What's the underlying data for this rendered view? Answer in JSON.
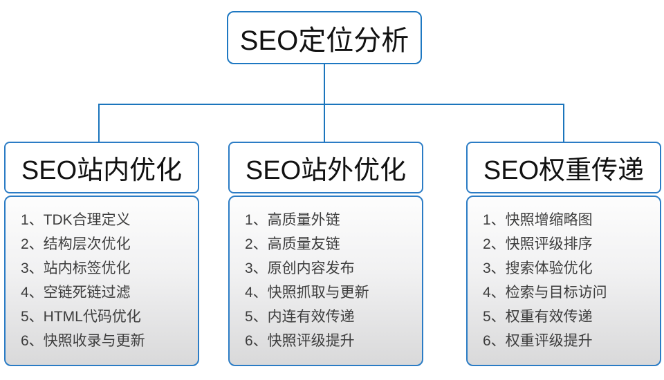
{
  "root": {
    "label": "SEO定位分析"
  },
  "columns": [
    {
      "title": "SEO站内优化",
      "items": [
        "1、TDK合理定义",
        "2、结构层次优化",
        "3、站内标签优化",
        "4、空链死链过滤",
        "5、HTML代码优化",
        "6、快照收录与更新"
      ]
    },
    {
      "title": "SEO站外优化",
      "items": [
        "1、高质量外链",
        "2、高质量友链",
        "3、原创内容发布",
        "4、快照抓取与更新",
        "5、内连有效传递",
        "6、快照评级提升"
      ]
    },
    {
      "title": "SEO权重传递",
      "items": [
        "1、快照增缩略图",
        "2、快照评级排序",
        "3、搜索体验优化",
        "4、检索与目标访问",
        "5、权重有效传递",
        "6、权重评级提升"
      ]
    }
  ],
  "colors": {
    "accent_blue": "#1b75bc",
    "box_border_blue": "#2b7cc5",
    "header_text": "#111111",
    "list_text": "#3d3d3d",
    "list_gradient_top": "#fdfdfd",
    "list_gradient_bottom": "#d9d9da",
    "background": "#ffffff"
  }
}
